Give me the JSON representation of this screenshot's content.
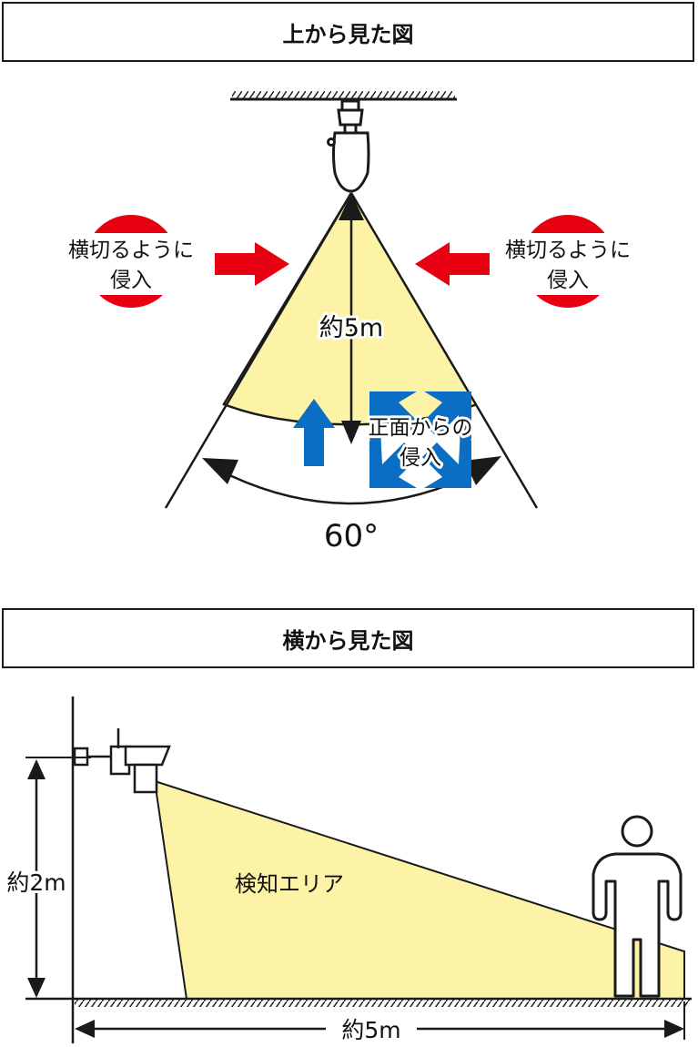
{
  "top_view": {
    "title": "上から見た図",
    "distance_label": "約5m",
    "angle_label": "60°",
    "side_entry_label_line1": "横切るように",
    "side_entry_label_line2": "侵入",
    "front_entry_label_line1": "正面からの",
    "front_entry_label_line2": "侵入"
  },
  "side_view": {
    "title": "横から見た図",
    "area_label": "検知エリア",
    "height_label": "約2m",
    "distance_label": "約5m"
  },
  "colors": {
    "detection_area": "#fcf3a6",
    "red_arrow": "#e60012",
    "blue_arrow": "#0a6fc4",
    "outline": "#1a1a1a"
  }
}
